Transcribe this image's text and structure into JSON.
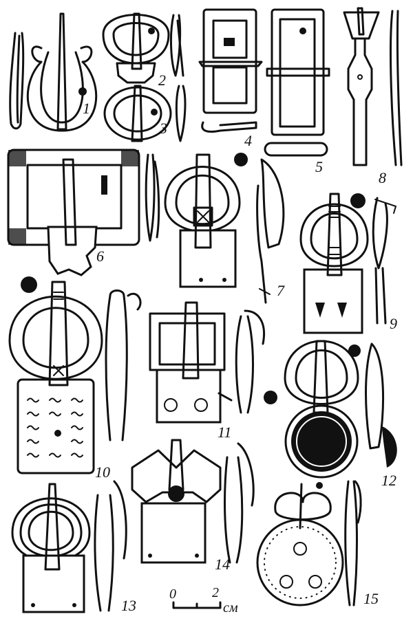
{
  "figures": [
    {
      "id": "1",
      "label": "1"
    },
    {
      "id": "2",
      "label": "2"
    },
    {
      "id": "3",
      "label": "3"
    },
    {
      "id": "4",
      "label": "4"
    },
    {
      "id": "5",
      "label": "5"
    },
    {
      "id": "6",
      "label": "6"
    },
    {
      "id": "7",
      "label": "7"
    },
    {
      "id": "8",
      "label": "8"
    },
    {
      "id": "9",
      "label": "9"
    },
    {
      "id": "10",
      "label": "10"
    },
    {
      "id": "11",
      "label": "11"
    },
    {
      "id": "12",
      "label": "12"
    },
    {
      "id": "13",
      "label": "13"
    },
    {
      "id": "14",
      "label": "14"
    },
    {
      "id": "15",
      "label": "15"
    }
  ],
  "scale_bar": {
    "start": "0",
    "end": "2",
    "unit": "см"
  },
  "colors": {
    "ink": "#111111",
    "background": "#ffffff"
  }
}
